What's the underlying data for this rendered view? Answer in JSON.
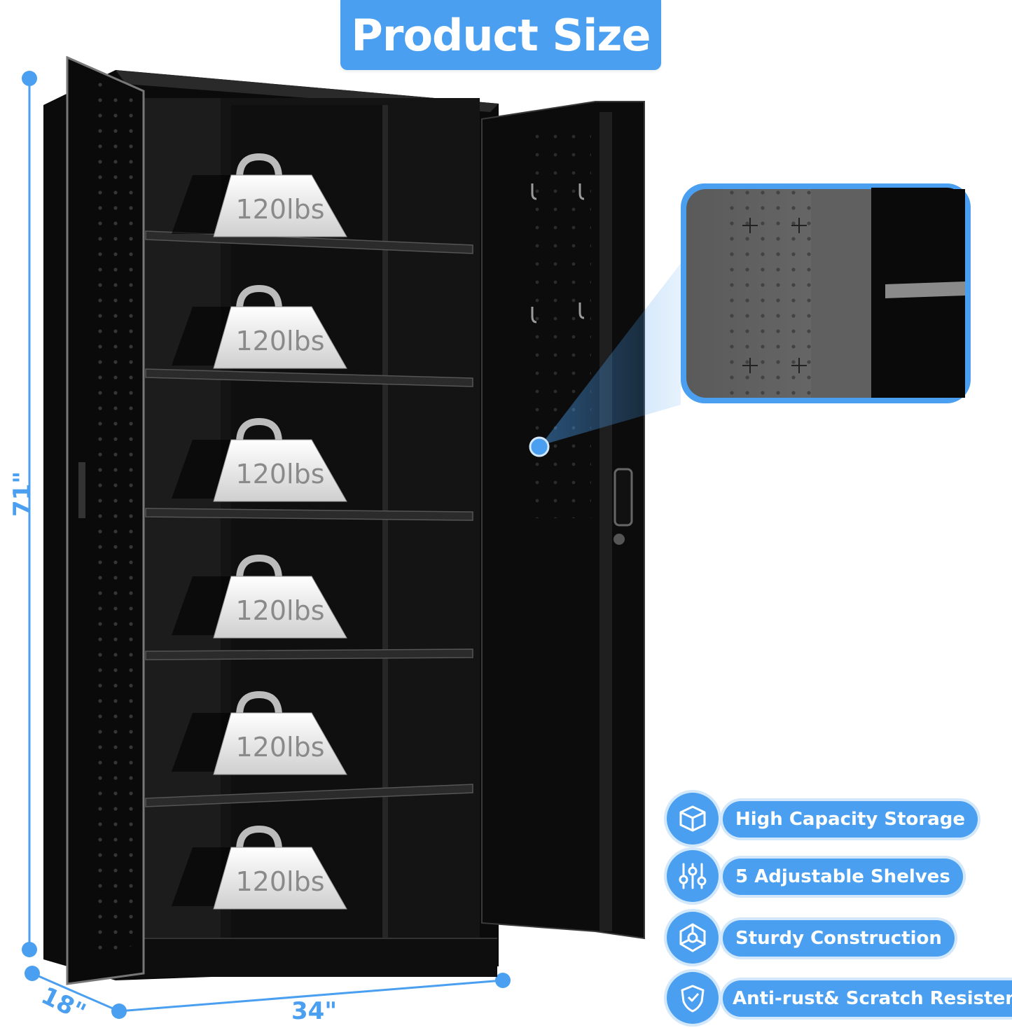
{
  "title": "Product Size",
  "dimensions": {
    "height": "71\"",
    "depth": "18\"",
    "width": "34\""
  },
  "shelf_weight_label": "120lbs",
  "weights": [
    "120lbs",
    "120lbs",
    "120lbs",
    "120lbs",
    "120lbs",
    "120lbs"
  ],
  "features": [
    {
      "icon": "cube-icon",
      "label": "High Capacity Storage"
    },
    {
      "icon": "sliders-icon",
      "label": "5 Adjustable Shelves"
    },
    {
      "icon": "network-icon",
      "label": "Sturdy Construction"
    },
    {
      "icon": "shield-icon",
      "label": "Anti-rust& Scratch Resistent"
    }
  ],
  "colors": {
    "accent": "#4a9ff0",
    "cabinet": "#0b0b0b"
  }
}
